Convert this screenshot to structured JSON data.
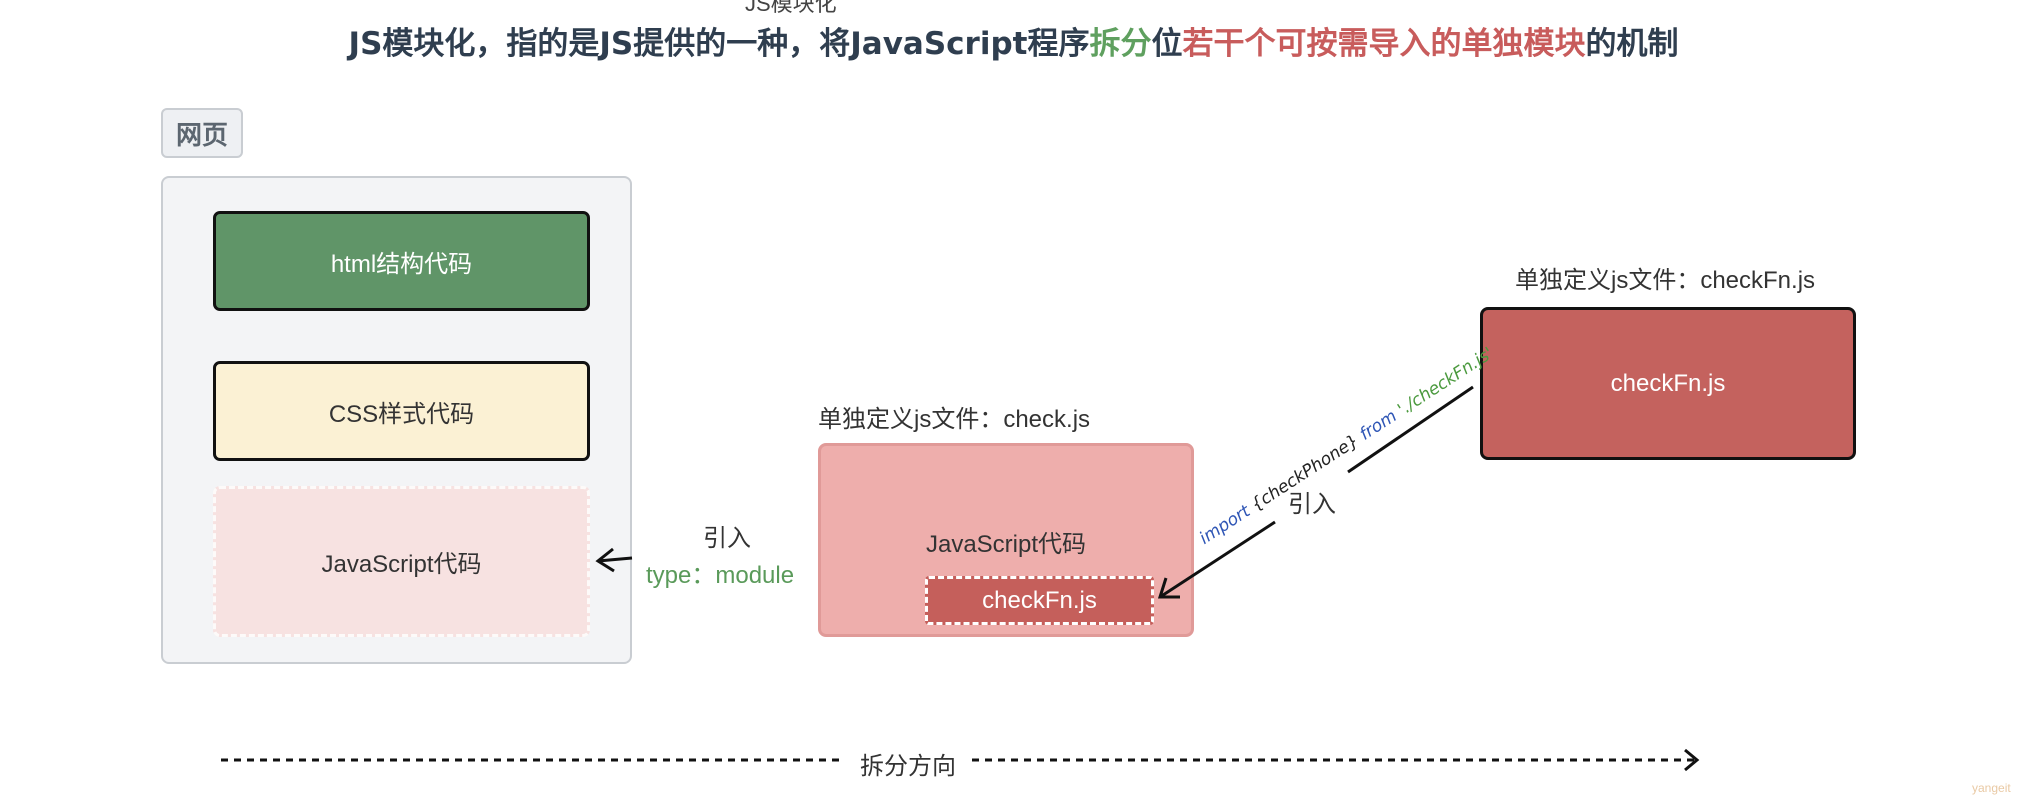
{
  "top_label": "JS模块化",
  "headline": {
    "part1": "JS模块化，指的是JS提供的一种，将JavaScript程序",
    "green": "拆分",
    "part2": "位",
    "red": "若干个可按需导入的单独模块",
    "part3": "的机制"
  },
  "webpage": {
    "tab_label": "网页",
    "html_block": "html结构代码",
    "css_block": "CSS样式代码",
    "js_block": "JavaScript代码"
  },
  "left_arrow": {
    "label": "引入",
    "type_label": "type：module"
  },
  "check_file": {
    "caption": "单独定义js文件：check.js",
    "inner_label": "JavaScript代码",
    "nested_module": "checkFn.js"
  },
  "checkfn_file": {
    "caption": "单独定义js文件：checkFn.js",
    "label": "checkFn.js"
  },
  "right_arrow": {
    "label": "引入",
    "code_import": "import",
    "code_ident": " {checkPhone} ",
    "code_from": "from",
    "code_path": " './checkFn.js'"
  },
  "direction_label": "拆分方向",
  "watermark": "yangeit",
  "colors": {
    "html_green": "#609568",
    "css_cream": "#fbf1d4",
    "js_pink": "#f7e2e1",
    "check_panel": "#eeaeac",
    "checkfn_red": "#c4625e",
    "headline_green": "#5fa05f",
    "headline_red": "#c85c5c"
  }
}
